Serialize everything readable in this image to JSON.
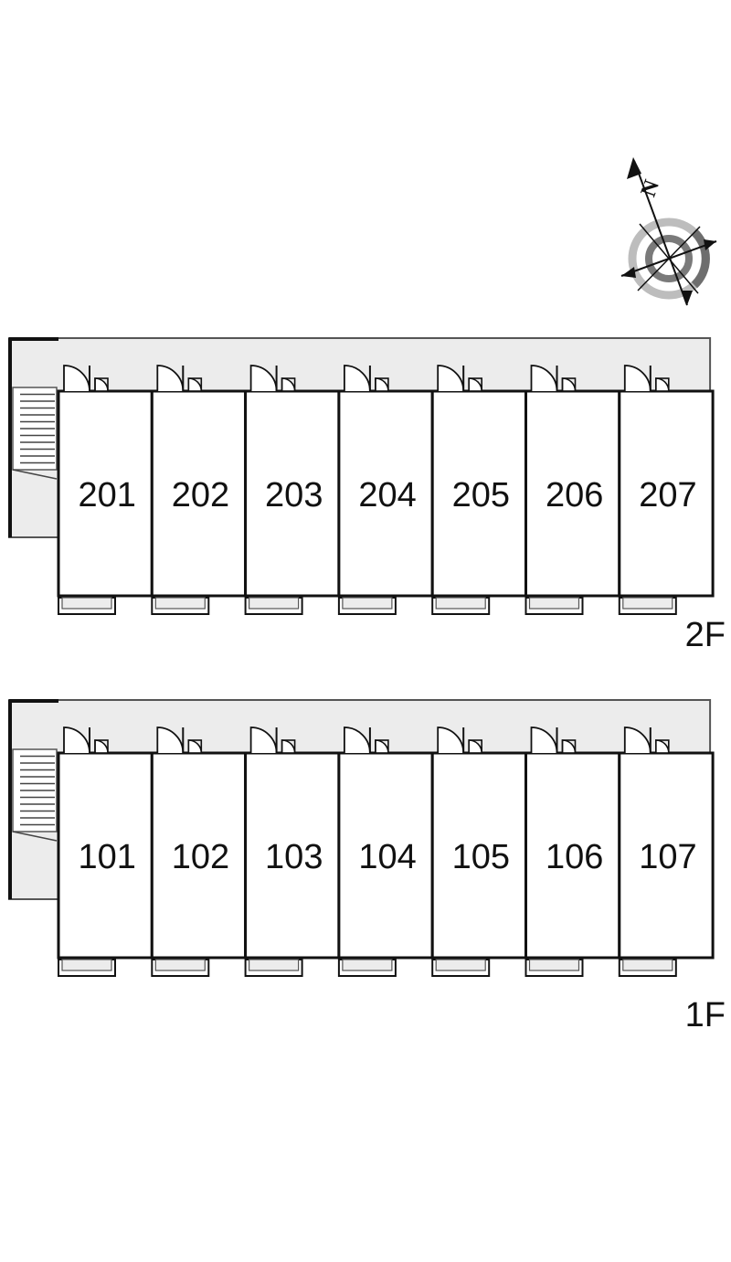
{
  "compass": {
    "north_label": "N"
  },
  "floors": [
    {
      "floor_label": "2F",
      "rooms": [
        "201",
        "202",
        "203",
        "204",
        "205",
        "206",
        "207"
      ]
    },
    {
      "floor_label": "1F",
      "rooms": [
        "101",
        "102",
        "103",
        "104",
        "105",
        "106",
        "107"
      ]
    }
  ]
}
